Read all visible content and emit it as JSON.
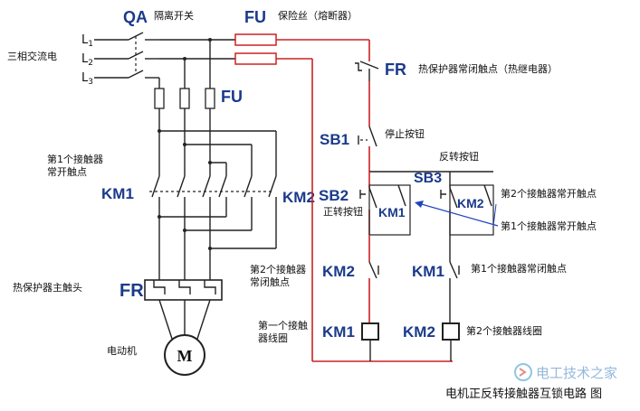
{
  "labels": {
    "qa": "QA",
    "qa_desc": "隔离开关",
    "fu_top": "FU",
    "fu_top_desc": "保险丝（熔断器）",
    "three_phase": "三相交流电",
    "l1": "L",
    "l1_sub": "1",
    "l2": "L",
    "l2_sub": "2",
    "l3": "L",
    "l3_sub": "3",
    "fu_mid": "FU",
    "fr_ctrl": "FR",
    "fr_ctrl_desc": "热保护器常闭触点（热继电器）",
    "sb1": "SB1",
    "sb1_desc": "停止按钮",
    "reverse_desc": "反转按钮",
    "sb3": "SB3",
    "sb2": "SB2",
    "forward_desc": "正转按钮",
    "km1_box": "KM1",
    "km2_box": "KM2",
    "km2_no_desc": "第2个接触器常开触点",
    "km1_no_desc": "第1个接触器常开触点",
    "km1_main_desc_1": "第1个接触器",
    "km1_main_desc_2": "常开触点",
    "km1_main": "KM1",
    "km2_main": "KM2",
    "fr_main_desc": "热保护器主触头",
    "fr_main": "FR",
    "km2_nc_desc_1": "第2个接触器",
    "km2_nc_desc_2": "常闭触点",
    "km2_nc": "KM2",
    "km1_nc": "KM1",
    "km1_nc_desc": "第1个接触器常闭触点",
    "coil1_desc_1": "第一个接触",
    "coil1_desc_2": "器线圈",
    "km1_coil": "KM1",
    "km2_coil": "KM2",
    "coil2_desc": "第2个接触器线圈",
    "motor_desc": "电动机",
    "motor": "M",
    "caption": "电机正反转接触器互锁电路 图",
    "watermark": "电工技术之家"
  },
  "colors": {
    "label_blue": "#1a3a8a",
    "wire_red": "#cc2222",
    "wire_black": "#222222",
    "arrow_blue": "#2244bb"
  }
}
